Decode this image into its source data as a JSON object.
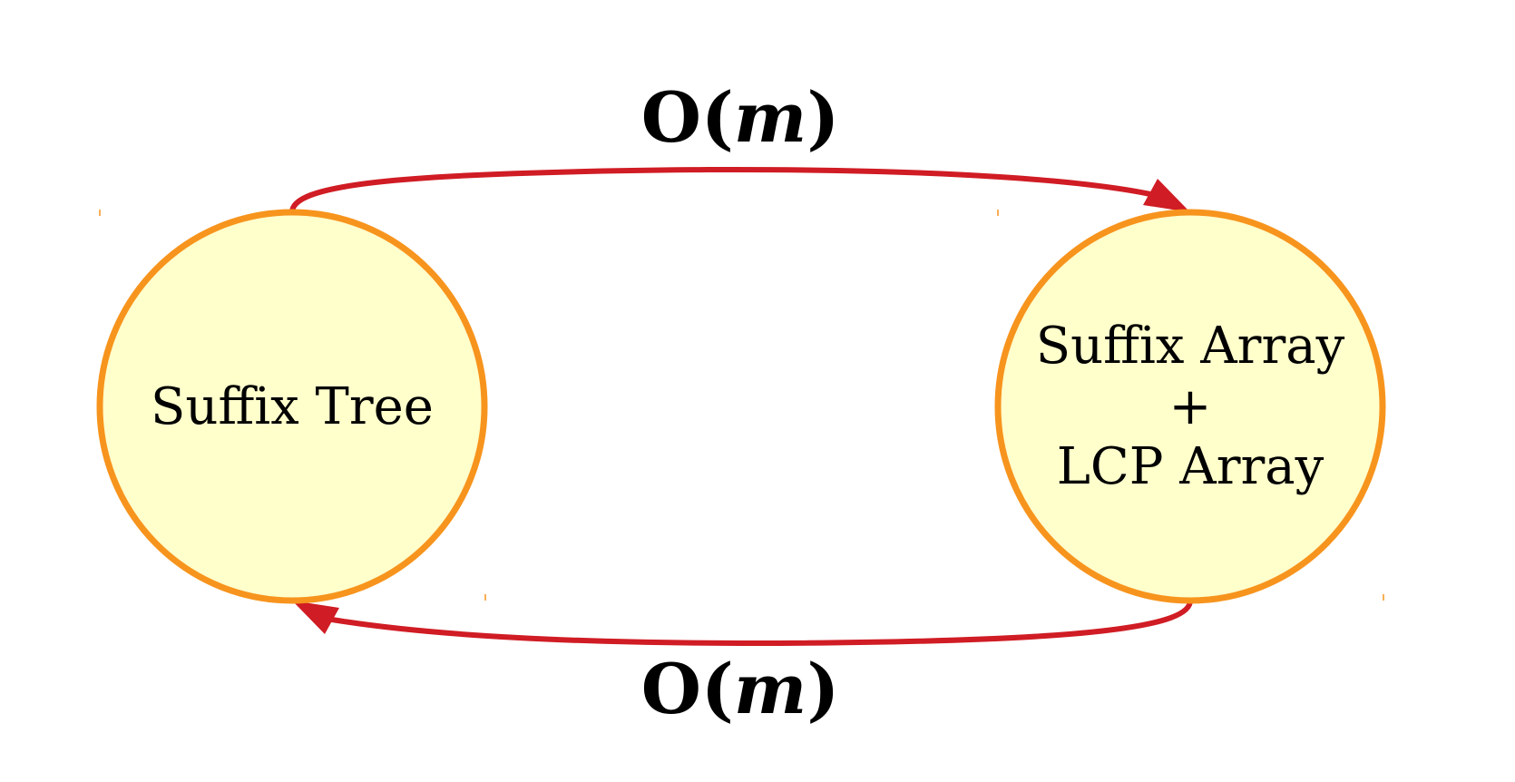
{
  "diagram": {
    "nodes": {
      "suffix_tree": {
        "label": "Suffix Tree"
      },
      "suffix_array_lcp": {
        "line1": "Suffix Array",
        "line2": "+",
        "line3": "LCP Array"
      }
    },
    "edges": {
      "top": {
        "from": "Suffix Tree",
        "to": "Suffix Array + LCP Array",
        "label_prefix": "O(",
        "label_var": "m",
        "label_suffix": ")"
      },
      "bottom": {
        "from": "Suffix Array + LCP Array",
        "to": "Suffix Tree",
        "label_prefix": "O(",
        "label_var": "m",
        "label_suffix": ")"
      }
    },
    "colors": {
      "node_fill": "#ffffcc",
      "node_stroke": "#f7941d",
      "edge": "#d01c24",
      "text": "#000000"
    }
  }
}
